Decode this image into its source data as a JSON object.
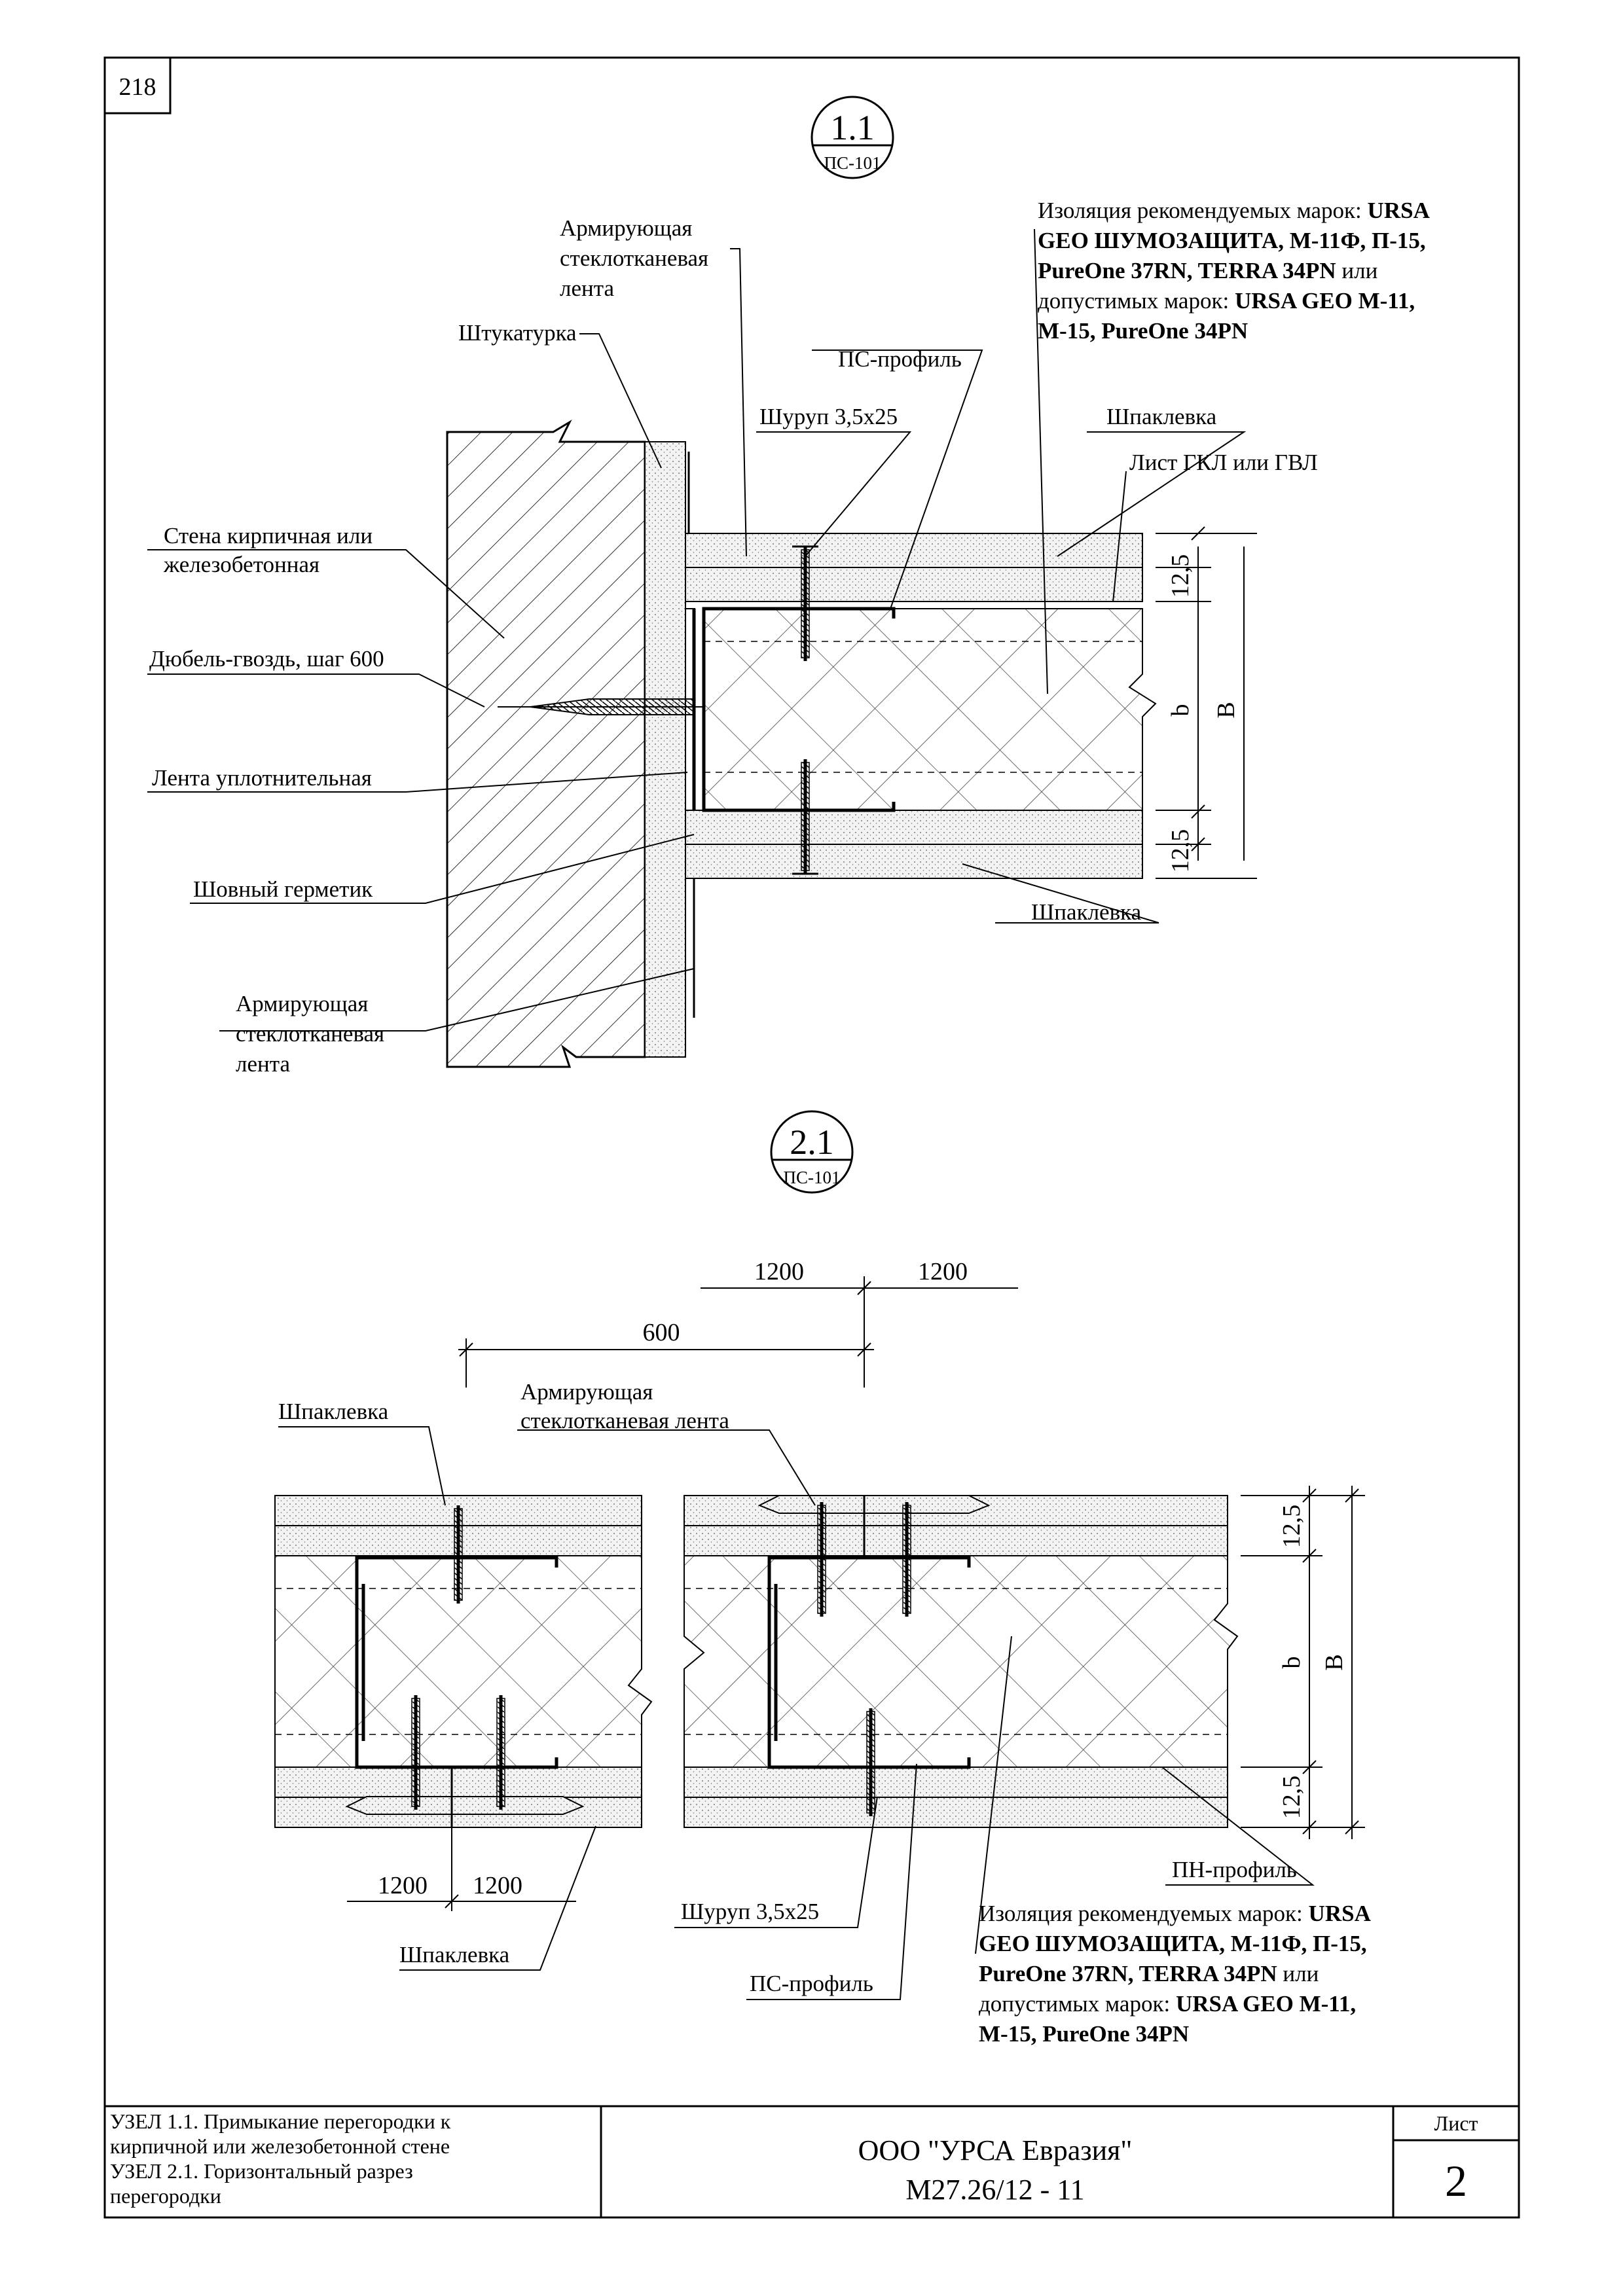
{
  "sheet_number": "218",
  "node1": {
    "marker_num": "1.1",
    "marker_ref": "ПС-101",
    "labels": {
      "insulation_l1_reg": "Изоляция рекомендуемых марок: ",
      "insulation_l1_bold": "URSA",
      "insulation_l2": "GEO ШУМОЗАЩИТА, М-11Ф, П-15,",
      "insulation_l3_bold": "PureOne 37RN, TERRA 34PN",
      "insulation_l3_reg": " или",
      "insulation_l4_reg": "допустимых марок: ",
      "insulation_l4_bold": "URSA GEO М-11,",
      "insulation_l5": "М-15, PureOne 34PN",
      "tape_top_1": "Армирующая",
      "tape_top_2": "стеклотканевая",
      "tape_top_3": "лента",
      "plaster": "Штукатурка",
      "ps_profile": "ПС-профиль",
      "screw": "Шуруп 3,5х25",
      "putty_top": "Шпаклевка",
      "sheet": "Лист ГКЛ или ГВЛ",
      "wall_1": "Стена кирпичная или",
      "wall_2": "железобетонная",
      "dowel": "Дюбель-гвоздь, шаг 600",
      "seal_tape": "Лента уплотнительная",
      "sealant": "Шовный герметик",
      "putty_bottom": "Шпаклевка",
      "tape_bot_1": "Армирующая",
      "tape_bot_2": "стеклотканевая",
      "tape_bot_3": "лента"
    },
    "dims": {
      "t_top": "12,5",
      "t_bot": "12,5",
      "b": "b",
      "B": "В"
    }
  },
  "node2": {
    "marker_num": "2.1",
    "marker_ref": "ПС-101",
    "dims": {
      "top_a": "1200",
      "top_b": "1200",
      "span": "600",
      "bot_a": "1200",
      "bot_b": "1200",
      "t_top": "12,5",
      "t_bot": "12,5",
      "b": "b",
      "B": "В"
    },
    "labels": {
      "putty_top": "Шпаклевка",
      "tape_1": "Армирующая",
      "tape_2": "стеклотканевая лента",
      "pn_profile": "ПН-профиль",
      "screw": "Шуруп 3,5х25",
      "putty_bottom": "Шпаклевка",
      "ps_profile": "ПС-профиль",
      "insulation_l1_reg": "Изоляция рекомендуемых марок: ",
      "insulation_l1_bold": "URSA",
      "insulation_l2": "GEO ШУМОЗАЩИТА, М-11Ф, П-15,",
      "insulation_l3_bold": "PureOne 37RN, TERRA 34PN",
      "insulation_l3_reg": " или",
      "insulation_l4_reg": "допустимых марок: ",
      "insulation_l4_bold": "URSA GEO М-11,",
      "insulation_l5": "М-15, PureOne 34PN"
    }
  },
  "title_block": {
    "desc_1": "УЗЕЛ 1.1. Примыкание перегородки к",
    "desc_2": "кирпичной или железобетонной стене",
    "desc_3": "УЗЕЛ 2.1. Горизонтальный разрез",
    "desc_4": "перегородки",
    "company": "ООО \"УРСА Евразия\"",
    "code": "М27.26/12 - 11",
    "sheet_label": "Лист",
    "sheet_num": "2"
  }
}
